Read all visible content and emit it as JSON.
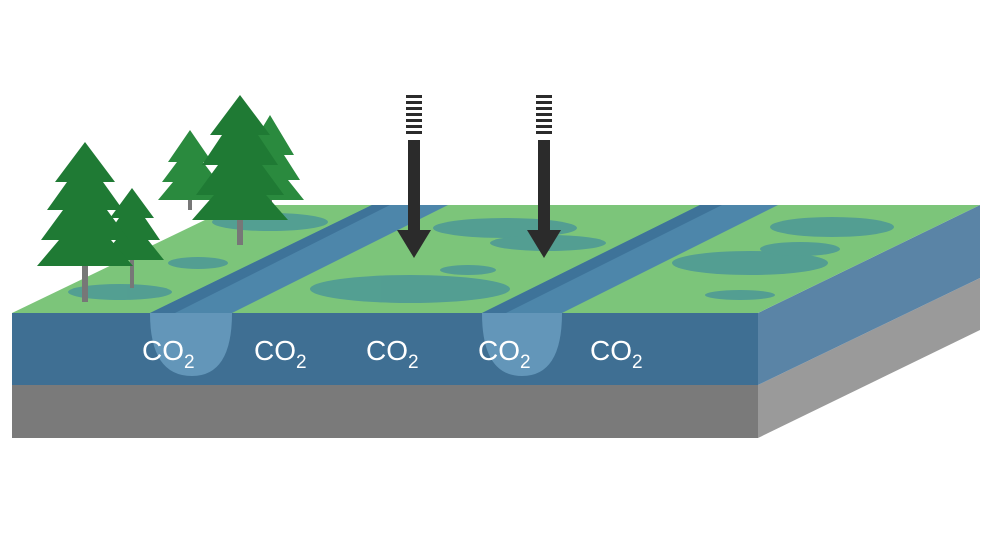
{
  "labels": {
    "co2": [
      {
        "main": "CO",
        "sub": "2"
      },
      {
        "main": "CO",
        "sub": "2"
      },
      {
        "main": "CO",
        "sub": "2"
      },
      {
        "main": "CO",
        "sub": "2"
      },
      {
        "main": "CO",
        "sub": "2"
      }
    ]
  },
  "colors": {
    "grass": "#7cc57a",
    "pond": "#4f9a95",
    "ditch_water": "#4d86aa",
    "water_layer": "#3f6f93",
    "water_layer_side": "#5a84a6",
    "bedrock": "#7a7a7a",
    "bedrock_side": "#9a9a9a",
    "tree": "#1f7a34",
    "trunk": "#777777",
    "arrow": "#2b2b2b"
  },
  "icons": [
    "pine-tree-icon",
    "down-arrow-icon"
  ]
}
